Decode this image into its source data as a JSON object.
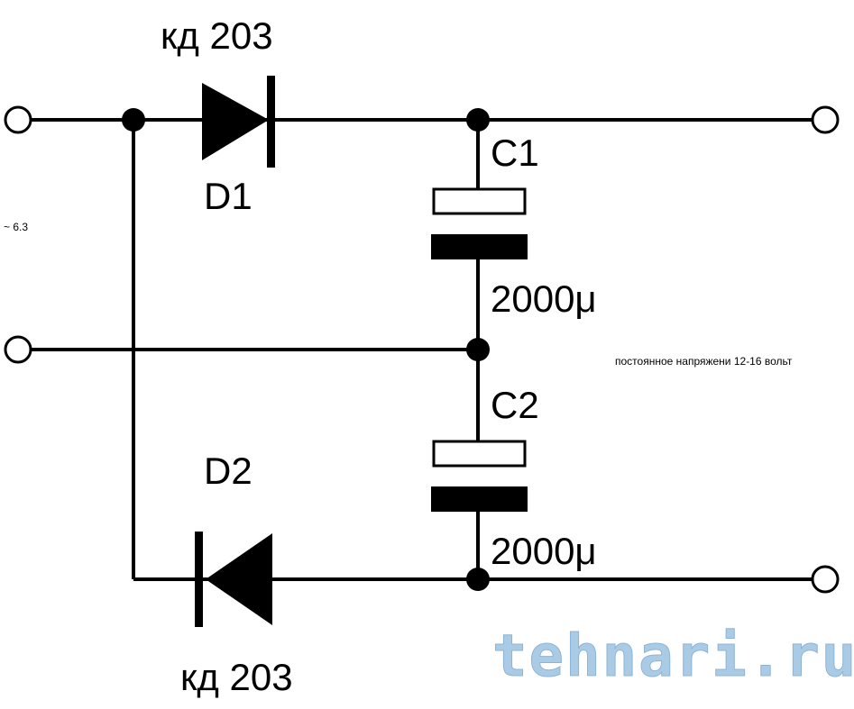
{
  "input_label": "~ 6.3",
  "output_label": "постоянное напряжени 12-16 вольт",
  "diodes": [
    {
      "ref": "D1",
      "part": "кд 203"
    },
    {
      "ref": "D2",
      "part": "кд 203"
    }
  ],
  "capacitors": [
    {
      "ref": "C1",
      "value": "2000μ"
    },
    {
      "ref": "C2",
      "value": "2000μ"
    }
  ],
  "watermark": "tehnari.ru"
}
